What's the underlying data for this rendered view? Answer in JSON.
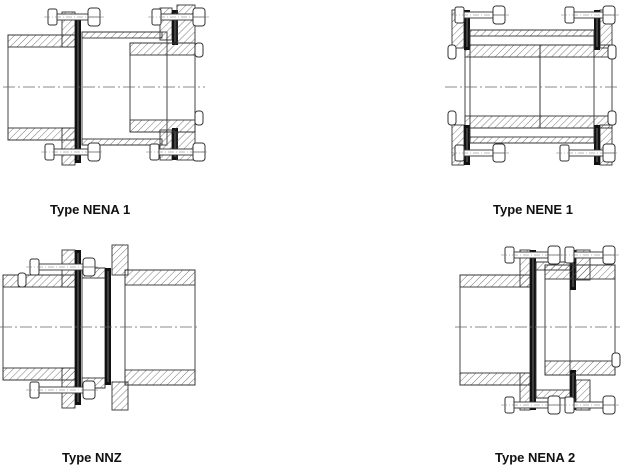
{
  "figures": [
    {
      "id": "nena1",
      "label": "Type NENA 1"
    },
    {
      "id": "nene1",
      "label": "Type NENE 1"
    },
    {
      "id": "nnz",
      "label": "Type NNZ"
    },
    {
      "id": "nena2",
      "label": "Type NENA 2"
    }
  ],
  "colors": {
    "line": "#333333",
    "disc": "#111111",
    "hatch": "#555555"
  }
}
